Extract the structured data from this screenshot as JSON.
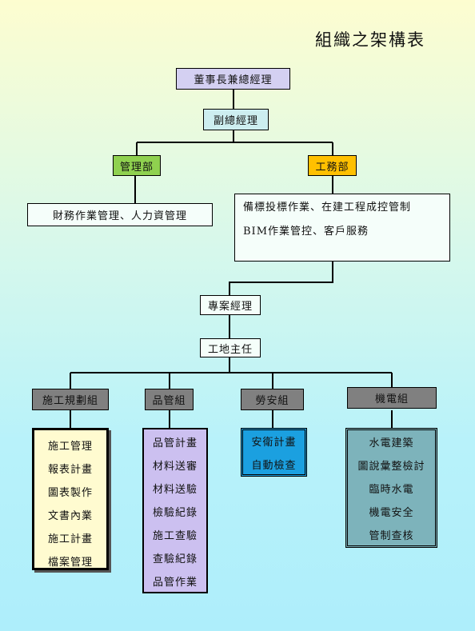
{
  "title": "組織之架構表",
  "nodes": {
    "chairman": "董事長兼總經理",
    "vice_gm": "副總經理",
    "admin_dept": "管理部",
    "eng_dept": "工務部",
    "admin_duties": "財務作業管理、人力資管理",
    "eng_duties": [
      "備標投標作業、在建工程成控管制",
      "BIM作業管控、客戶服務"
    ],
    "project_manager": "專案經理",
    "site_chief": "工地主任",
    "planning_group": "施工規劃組",
    "qc_group": "品管組",
    "safety_group": "勞安組",
    "mep_group": "機電組"
  },
  "lists": {
    "planning": [
      "施工管理",
      "報表計畫",
      "圖表製作",
      "文書內業",
      "施工計畫",
      "檔案管理"
    ],
    "qc": [
      "品管計畫",
      "材料送審",
      "材料送驗",
      "檢驗紀錄",
      "施工查驗",
      "查驗紀錄",
      "品管作業"
    ],
    "safety": [
      "安衛計畫",
      "自動檢查"
    ],
    "mep": [
      "水電建築",
      "圖說彙整檢討",
      "臨時水電",
      "機電安全",
      "管制查核"
    ]
  },
  "colors": {
    "chairman_bg": "#d4d0f2",
    "vice_bg": "#cdeef0",
    "admin_bg": "#8fd14f",
    "eng_bg": "#ffc000",
    "group_bg": "#808080",
    "planning_list_bg": "#fffbd0",
    "qc_list_bg": "#ccc0f0",
    "safety_list_bg": "#1ba0e0",
    "mep_list_bg": "#7db3bb"
  }
}
